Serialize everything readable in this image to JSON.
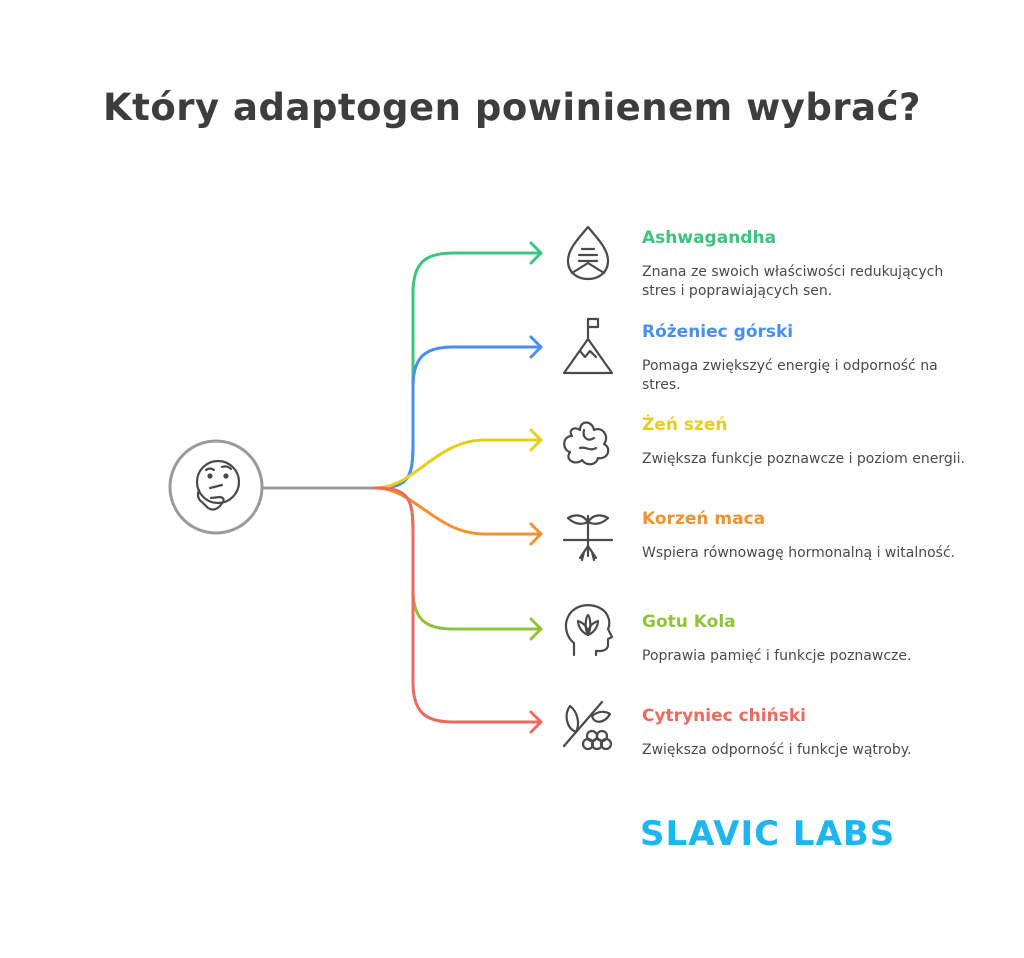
{
  "title": "Który adaptogen powinienem wybrać?",
  "colors": {
    "stem": "#9a9a9a",
    "icon": "#4a4a4a",
    "brand": "#1fb6f0"
  },
  "root_icon": "thinking-face-icon",
  "items": [
    {
      "title": "Ashwagandha",
      "description": "Znana ze swoich właściwości redukujących stres i poprawiających sen.",
      "color": "#3dc47e",
      "icon": "leaf-drop-icon"
    },
    {
      "title": "Różeniec górski",
      "description": "Pomaga zwiększyć energię i odporność na stres.",
      "color": "#4a8ff0",
      "icon": "mountain-flag-icon"
    },
    {
      "title": "Żeń szeń",
      "description": "Zwiększa funkcje poznawcze i poziom energii.",
      "color": "#e6cf1c",
      "icon": "brain-icon"
    },
    {
      "title": "Korzeń maca",
      "description": "Wspiera równowagę hormonalną i witalność.",
      "color": "#f0922f",
      "icon": "sprout-root-icon"
    },
    {
      "title": "Gotu Kola",
      "description": "Poprawia pamięć i funkcje poznawcze.",
      "color": "#8fc43a",
      "icon": "head-lotus-icon"
    },
    {
      "title": "Cytryniec chiński",
      "description": "Zwiększa odporność i funkcje wątroby.",
      "color": "#ee6a5e",
      "icon": "berries-leaf-icon"
    }
  ],
  "brand": "SLAVIC LABS"
}
